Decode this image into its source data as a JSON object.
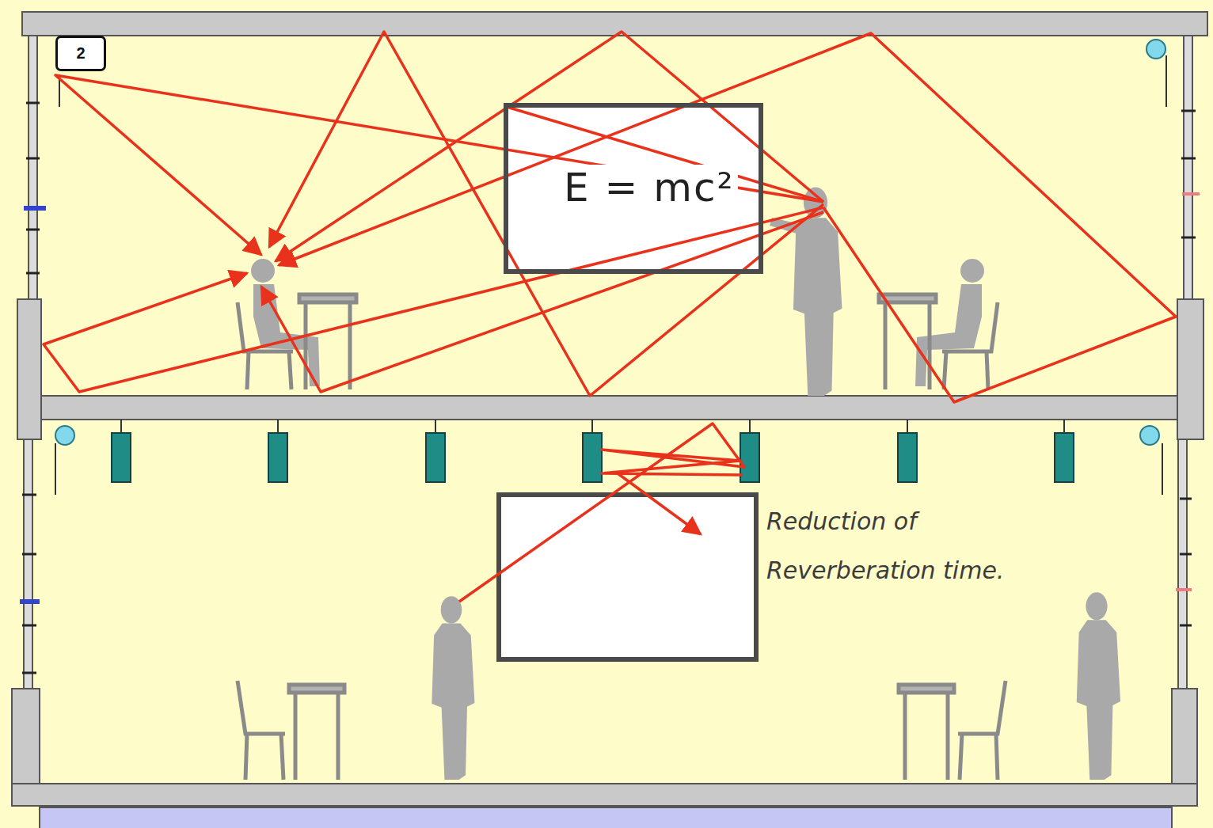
{
  "diagram": {
    "nodes": [
      {
        "text": [
          "2"
        ]
      },
      {
        "text": [
          "E = mc²"
        ]
      }
    ],
    "labels": [
      "Reduction of Reverberation time."
    ]
  }
}
